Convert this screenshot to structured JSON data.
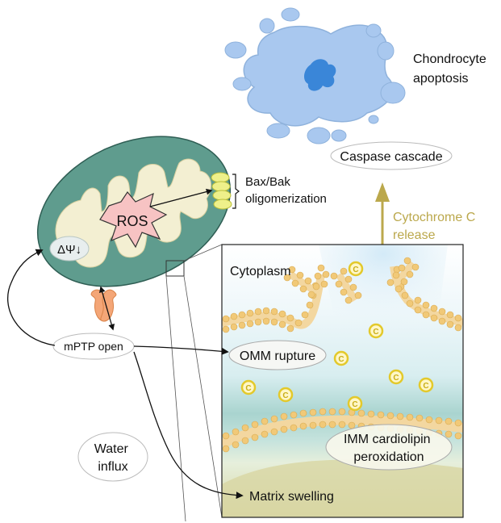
{
  "labels": {
    "chondrocyte_apoptosis": [
      "Chondrocyte",
      "apoptosis"
    ],
    "caspase_cascade": "Caspase cascade",
    "bax_bak": [
      "Bax/Bak",
      "oligomerization"
    ],
    "ros": "ROS",
    "delta_psi": "ΔΨ↓",
    "cytochrome_c_release": [
      "Cytochrome C",
      "release"
    ],
    "cytoplasm": "Cytoplasm",
    "mptp_open": "mPTP open",
    "omm_rupture": "OMM rupture",
    "water_influx": [
      "Water",
      "influx"
    ],
    "imm_cardiolipin": [
      "IMM cardiolipin",
      "peroxidation"
    ],
    "matrix_swelling": "Matrix swelling",
    "cyto_c_glyph": "C"
  },
  "colors": {
    "cell_body": "#a9c8ef",
    "nucleus": "#3a86d8",
    "mito_outer": "#5f9c8e",
    "mito_cristae": "#f3efd2",
    "ros_fill": "#f7c3c3",
    "bax_fill": "#eef08a",
    "channel_fill": "#f4a677",
    "cyto_arrow": "#bba84c",
    "cyto_c_ring": "#e3c92b",
    "lipid_head": "#f1c978",
    "panel_top": "#e6f3f8",
    "panel_mid": "#bfe0dc",
    "panel_bottom": "#dbd9a8"
  }
}
